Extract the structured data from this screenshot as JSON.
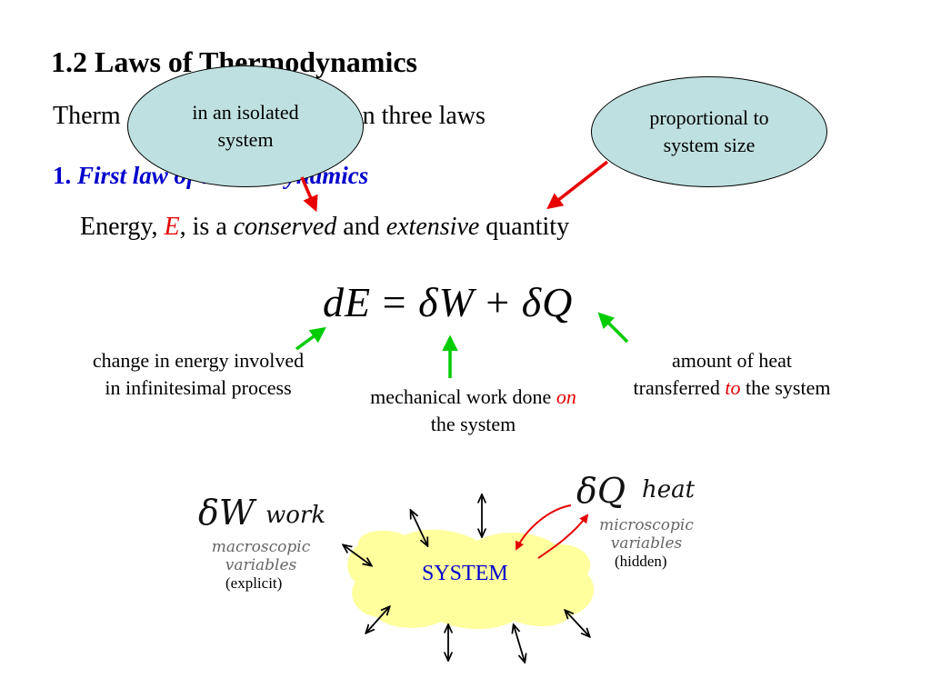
{
  "slide": {
    "title": "1.2 Laws of Thermodynamics",
    "intro": "Therm                                 d on three laws",
    "law1": {
      "number": "1.",
      "title": "First law of thermodynamics"
    },
    "energy": {
      "part1": "Energy, ",
      "symbol": "E",
      "part2": ", is a ",
      "conserved": "conserved",
      "and": " and ",
      "extensive": "extensive",
      "quantity": " quantity"
    },
    "bubbles": {
      "isolated": "in an isolated system",
      "proportional": "proportional to system size"
    },
    "equation": {
      "lhs": "dE",
      "eq": "=",
      "dw": "δW",
      "plus": "+",
      "dq": "δQ"
    },
    "labels": {
      "change": "change in energy involved in infinitesimal process",
      "work_a": "mechanical work done ",
      "work_on": "on",
      "work_b": " the system",
      "heat_a": "amount of heat transferred ",
      "heat_to": "to",
      "heat_b": " the system"
    },
    "diagram": {
      "dw_symbol": "δW",
      "work_word": "work",
      "macroscopic": "macroscopic",
      "variables_left": "variables",
      "explicit": "(explicit)",
      "dq_symbol": "δQ",
      "heat_word": "heat",
      "microscopic": "microscopic",
      "variables_right": "variables",
      "hidden": "(hidden)",
      "system": "SYSTEM"
    },
    "colors": {
      "bubble": "#bfe0e0",
      "blob": "#ffff9e",
      "red_arrow": "#e60000",
      "green_arrow": "#00cc00",
      "blue_text": "#0000cc"
    }
  }
}
